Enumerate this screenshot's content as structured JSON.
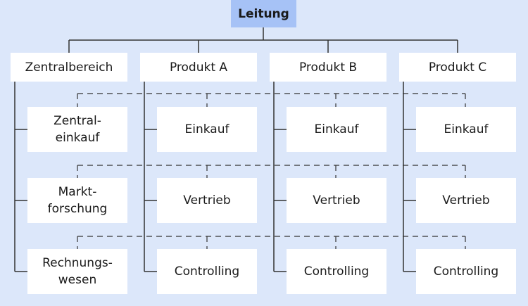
{
  "colors": {
    "background": "#dce7fa",
    "box": "#ffffff",
    "root": "#a6c2f6",
    "line": "#333333"
  },
  "root": {
    "label": "Leitung"
  },
  "divisions": [
    {
      "label": "Zentralbereich",
      "children": [
        "Zentral-\neinkauf",
        "Markt-\nforschung",
        "Rechnungs-\nwesen"
      ]
    },
    {
      "label": "Produkt A",
      "children": [
        "Einkauf",
        "Vertrieb",
        "Controlling"
      ]
    },
    {
      "label": "Produkt B",
      "children": [
        "Einkauf",
        "Vertrieb",
        "Controlling"
      ]
    },
    {
      "label": "Produkt C",
      "children": [
        "Einkauf",
        "Vertrieb",
        "Controlling"
      ]
    }
  ]
}
